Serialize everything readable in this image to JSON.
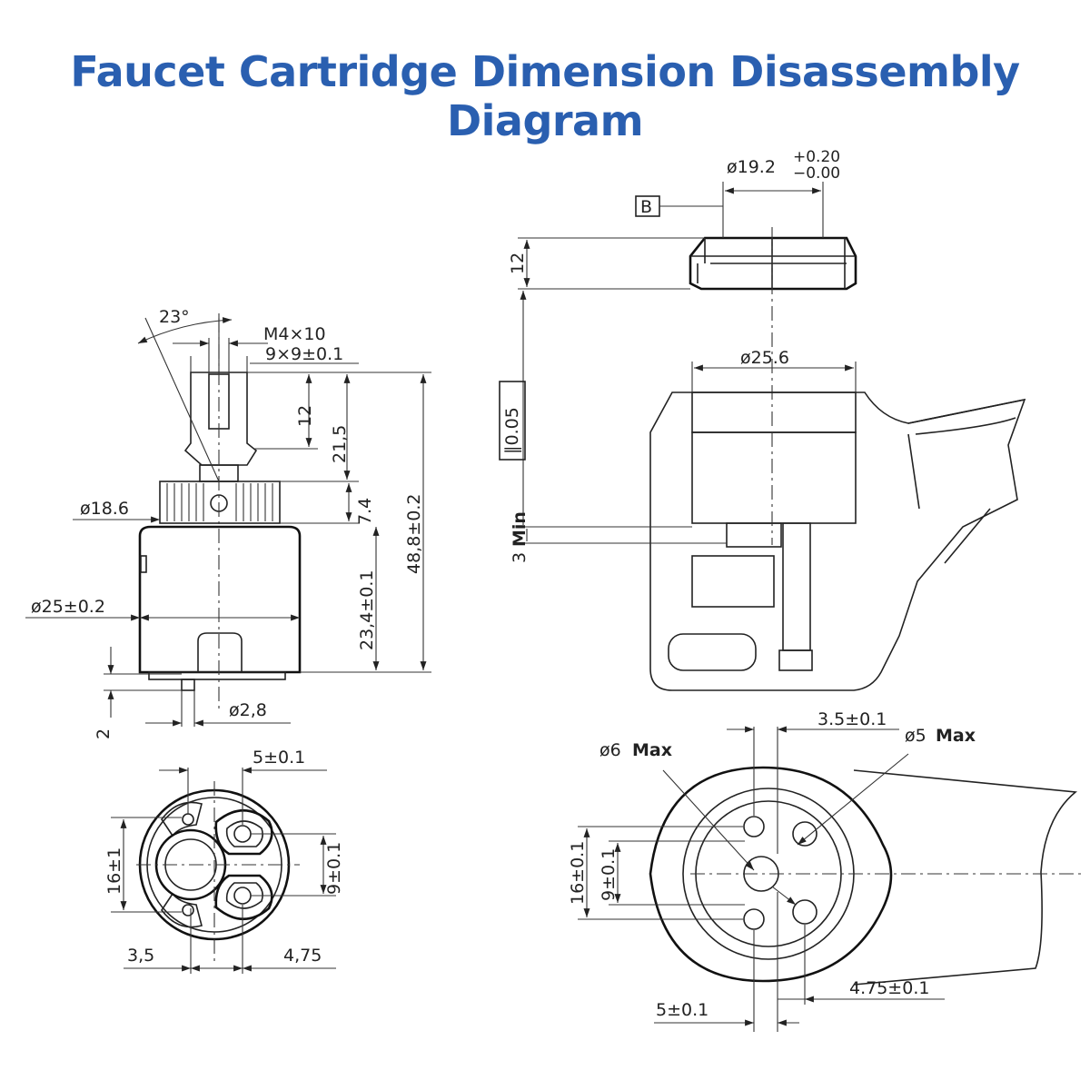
{
  "title": "Faucet Cartridge Dimension Disassembly Diagram",
  "colors": {
    "title": "#2a5fb0",
    "lines": "#222222"
  },
  "side_view": {
    "angle": "23°",
    "thread": "M4×10",
    "spline": "9×9±0.1",
    "stem_height": "12",
    "stem_total": "21,5",
    "gear_height": "7.4",
    "gear_diameter": "ø18.6",
    "body_diameter": "ø25±0.2",
    "body_height": "23,4±0.1",
    "total_height": "48,8±0.2",
    "pin_height": "2",
    "pin_diameter": "ø2,8"
  },
  "bottom_view": {
    "hole_offset": "5±0.1",
    "height_outer": "16±1",
    "height_inner": "9±0.1",
    "left_offset": "3,5",
    "right_offset": "4,75"
  },
  "cap": {
    "diameter": "ø19.2",
    "tol_plus": "+0.20",
    "tol_minus": "−0.00",
    "datum": "B",
    "height": "12"
  },
  "housing": {
    "bore": "ø25.6",
    "parallelism": "∥0.05",
    "min_depth": "3",
    "min_label": "Min"
  },
  "base_view": {
    "spacing_top": "3.5±0.1",
    "hole_large": "ø6",
    "hole_small": "ø5",
    "max_label": "Max",
    "height_outer": "16±0.1",
    "height_inner": "9±0.1",
    "offset_right": "4.75±0.1",
    "offset_left": "5±0.1"
  }
}
